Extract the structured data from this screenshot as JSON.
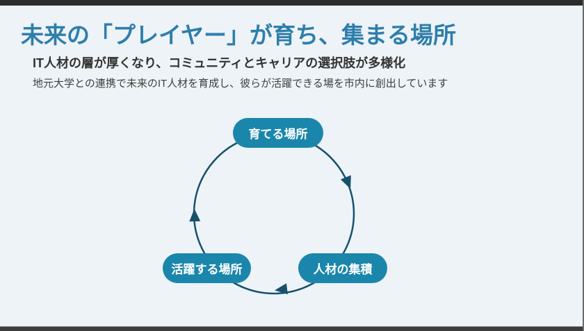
{
  "slide": {
    "title": "未来の「プレイヤー」が育ち、集まる場所",
    "subtitle": "IT人材の層が厚くなり、コミュニティとキャリアの選択肢が多様化",
    "description": "地元大学との連携で未来のIT人材を育成し、彼らが活躍できる場を市内に創出しています"
  },
  "diagram": {
    "type": "cycle",
    "direction": "clockwise",
    "nodes": [
      {
        "label": "育てる場所",
        "position": "top"
      },
      {
        "label": "人材の集積",
        "position": "bottom-right"
      },
      {
        "label": "活躍する場所",
        "position": "bottom-left"
      }
    ]
  },
  "colors": {
    "background": "#edf3f7",
    "title": "#2e7eab",
    "node_fill": "#1b86ab",
    "node_text": "#ffffff",
    "arrow": "#17506b"
  }
}
